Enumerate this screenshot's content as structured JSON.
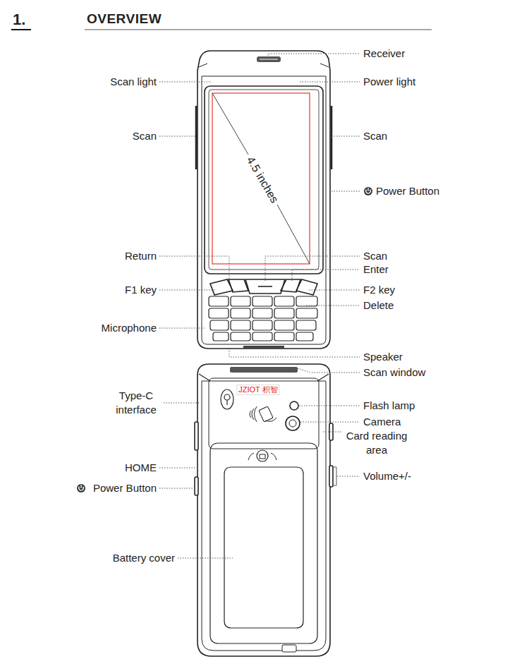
{
  "diagram": {
    "title": "OVERVIEW",
    "labels": [
      "1.",
      "Receiver",
      "Scan light",
      "Power light",
      "Scan",
      "Scan",
      "Power Button",
      "4.5 inches",
      "Return",
      "Scan",
      "Enter",
      "F1 key",
      "F2 key",
      "Delete",
      "Microphone",
      "Speaker",
      "Scan window",
      "Type-C interface",
      "JZIOT 积智",
      "Flash lamp",
      "Camera",
      "Card reading area",
      "HOME",
      "Power Button",
      "Volume+/-",
      "Battery cover"
    ]
  }
}
